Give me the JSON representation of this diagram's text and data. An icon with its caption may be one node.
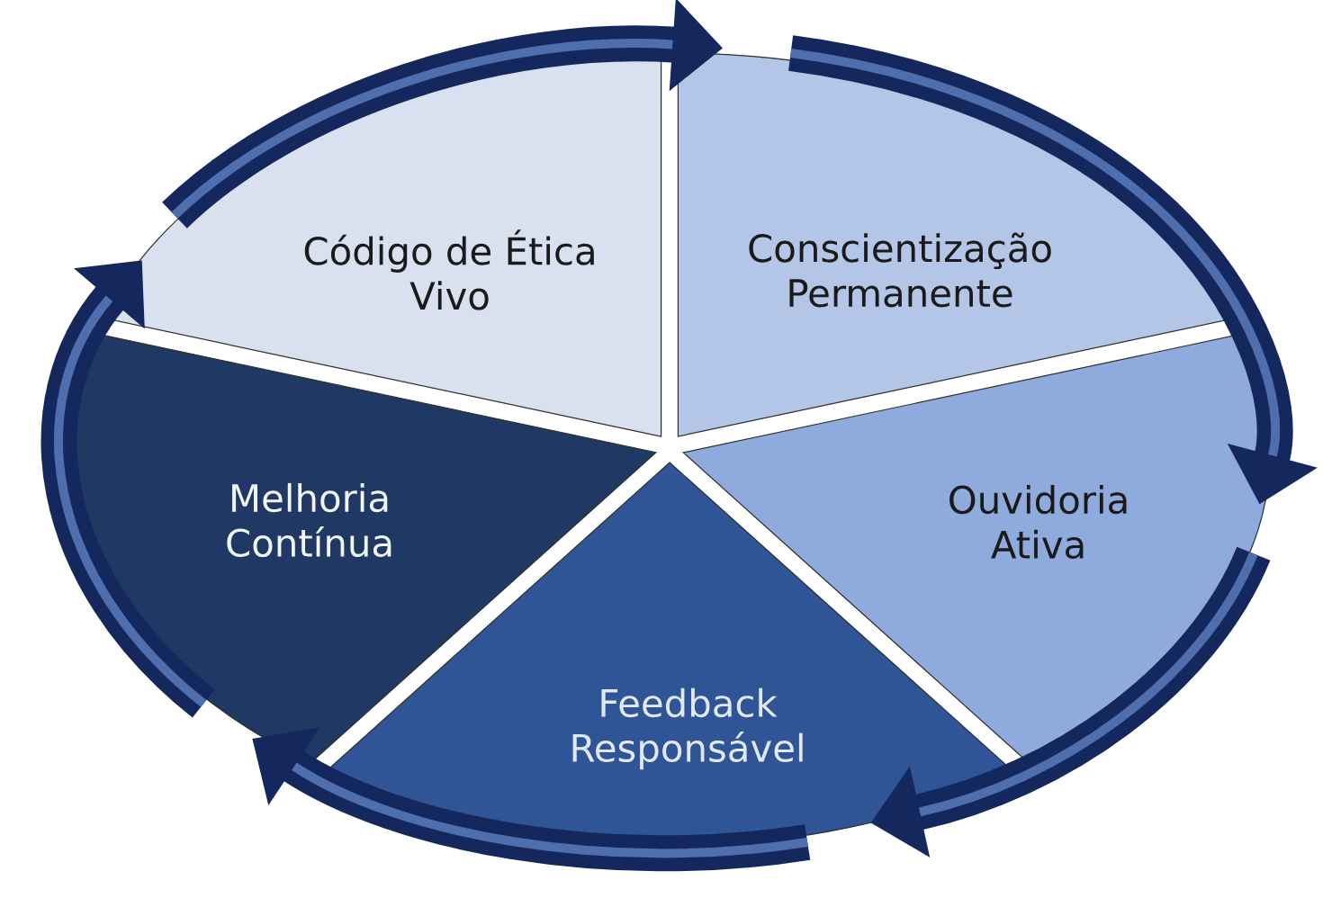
{
  "diagram": {
    "nodes": [
      {
        "text": [
          "Código de Ética Vivo"
        ]
      },
      {
        "text": [
          "Conscientização Permanente"
        ]
      },
      {
        "text": [
          "Ouvidoria Ativa"
        ]
      },
      {
        "text": [
          "Feedback Responsável"
        ]
      },
      {
        "text": [
          "Melhoria Contínua"
        ]
      }
    ],
    "edges": [
      {
        "from": 0,
        "to": 1,
        "arrow": "to"
      },
      {
        "from": 1,
        "to": 2,
        "arrow": "to"
      },
      {
        "from": 2,
        "to": 3,
        "arrow": "to"
      },
      {
        "from": 3,
        "to": 4,
        "arrow": "to"
      },
      {
        "from": 4,
        "to": 0,
        "arrow": "to"
      }
    ]
  }
}
